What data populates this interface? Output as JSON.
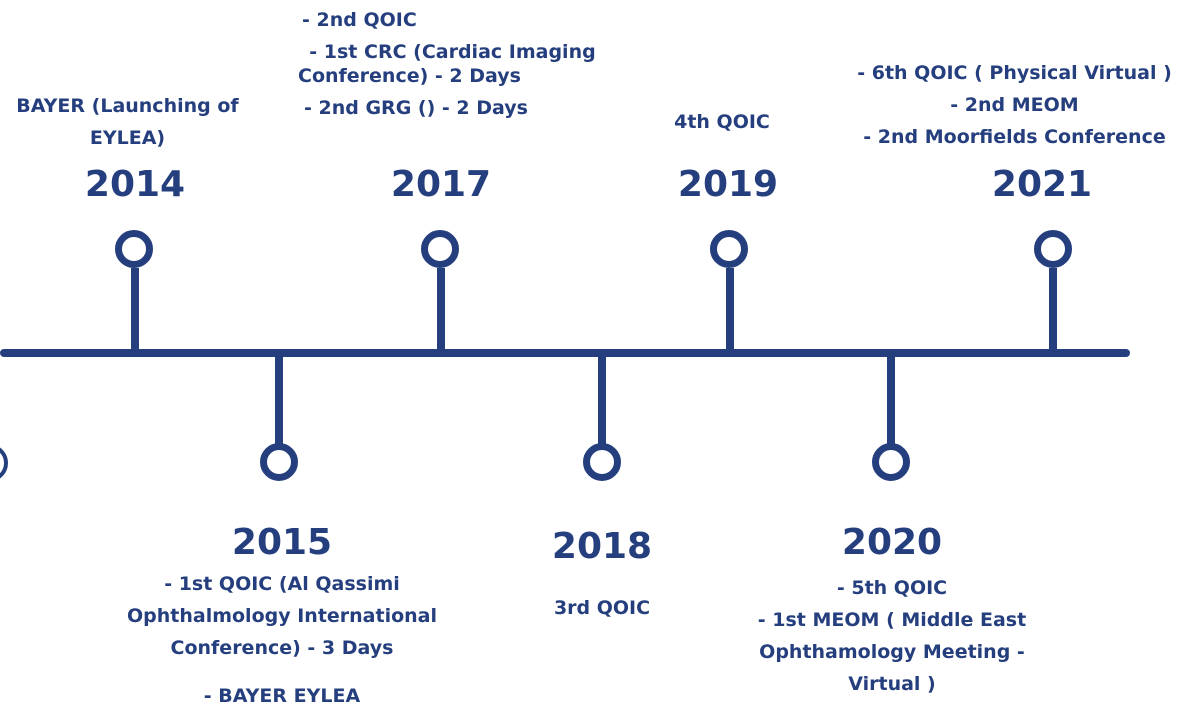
{
  "theme": {
    "primary": "#253f7e"
  },
  "timeline": {
    "above": [
      {
        "year": "2014",
        "lines": [
          "BAYER (Launching of",
          "EYLEA)"
        ]
      },
      {
        "year": "2017",
        "groups": [
          [
            "- 2nd QOIC"
          ],
          [
            "- 1st CRC (Cardiac Imaging",
            "Conference) - 2 Days"
          ],
          [
            "- 2nd GRG () - 2 Days"
          ]
        ]
      },
      {
        "year": "2019",
        "lines": [
          "4th QOIC"
        ]
      },
      {
        "year": "2021",
        "lines": [
          "- 6th QOIC ( Physical Virtual )",
          "- 2nd MEOM",
          "- 2nd Moorfields Conference"
        ]
      }
    ],
    "below": [
      {
        "year": "2015",
        "groups": [
          [
            "- 1st QOIC (Al Qassimi",
            "Ophthalmology International",
            "Conference) - 3 Days"
          ],
          [
            "- BAYER EYLEA"
          ]
        ]
      },
      {
        "year": "2018",
        "lines": [
          "3rd QOIC"
        ]
      },
      {
        "year": "2020",
        "lines": [
          "- 5th QOIC",
          "- 1st MEOM ( Middle East",
          "Ophthamology Meeting -",
          "Virtual )"
        ]
      }
    ]
  }
}
